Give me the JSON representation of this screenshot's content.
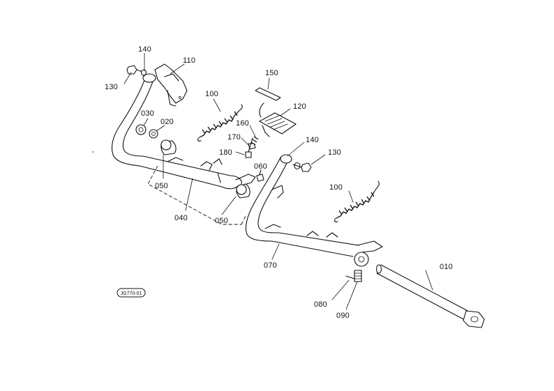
{
  "diagram": {
    "stamp_code": "JG770-01",
    "labels": {
      "p010": "010",
      "p020": "020",
      "p030": "030",
      "p040": "040",
      "p050a": "050",
      "p050b": "050",
      "p060": "060",
      "p070": "070",
      "p080": "080",
      "p090": "090",
      "p100a": "100",
      "p100b": "100",
      "p110": "110",
      "p120": "120",
      "p130a": "130",
      "p130b": "130",
      "p140a": "140",
      "p140b": "140",
      "p150": "150",
      "p160": "160",
      "p170": "170",
      "p180": "180"
    }
  }
}
